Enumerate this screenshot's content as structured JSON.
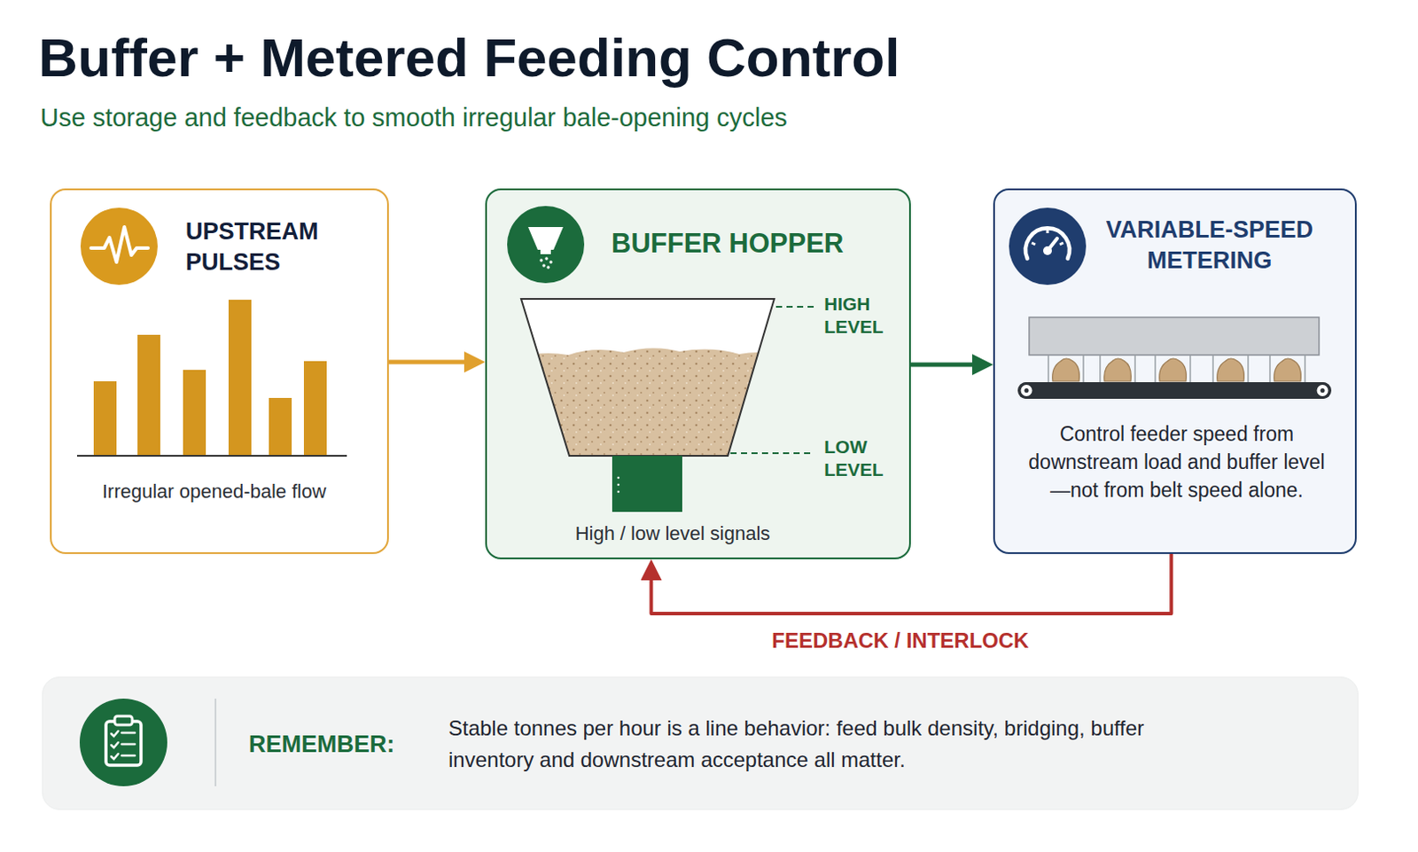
{
  "diagram": {
    "title": "Buffer + Metered Feeding Control",
    "nodes": [
      {
        "text": [
          "UPSTREAM PULSES",
          "Irregular opened-bale flow"
        ]
      },
      {
        "text": [
          "BUFFER HOPPER",
          "High / low level signals"
        ]
      },
      {
        "text": [
          "VARIABLE-SPEED METERING",
          "Control feeder speed from downstream load and buffer level—not from belt speed alone."
        ]
      },
      {
        "text": [
          "REMEMBER:",
          "Stable tonnes per hour is a line behavior: feed bulk density, bridging, buffer inventory and downstream acceptance all matter."
        ]
      }
    ],
    "edges": [
      {
        "from": 0,
        "to": 1,
        "arrow": "to"
      },
      {
        "from": 1,
        "to": 2,
        "arrow": "to"
      },
      {
        "from": 2,
        "to": 1,
        "label": "FEEDBACK / INTERLOCK",
        "arrow": "to"
      }
    ],
    "labels": [
      "Use storage and feedback to smooth irregular bale-opening cycles",
      "HIGH LEVEL",
      "LOW LEVEL"
    ]
  }
}
